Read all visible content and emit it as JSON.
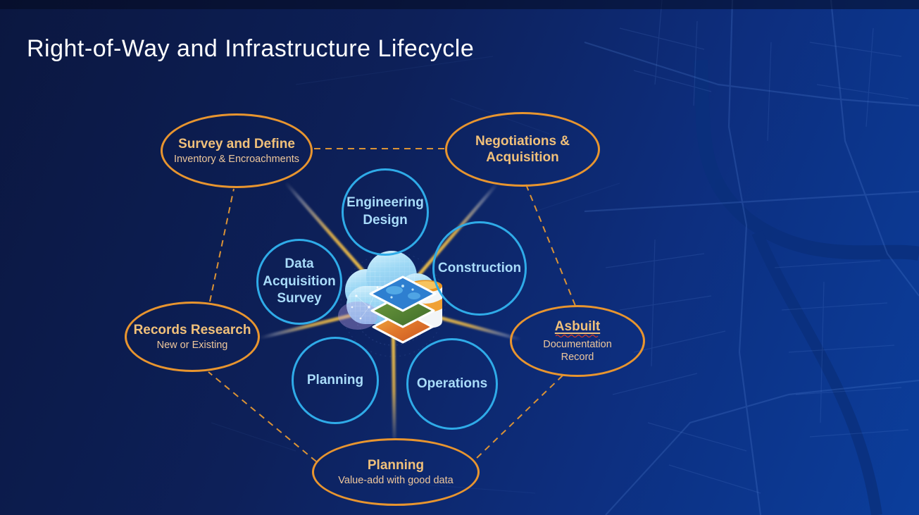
{
  "slide": {
    "title": "Right-of-Way and Infrastructure Lifecycle"
  },
  "outer_nodes": [
    {
      "id": "survey-and-define",
      "title": "Survey and Define",
      "subtitle": "Inventory & Encroachments"
    },
    {
      "id": "negotiations-acquisition",
      "title": "Negotiations & Acquisition",
      "subtitle": ""
    },
    {
      "id": "records-research",
      "title": "Records Research",
      "subtitle": "New or Existing"
    },
    {
      "id": "asbuilt",
      "title": "Asbuilt",
      "subtitle": "Documentation Record"
    },
    {
      "id": "planning-bottom",
      "title": "Planning",
      "subtitle": "Value-add with good data"
    }
  ],
  "inner_nodes": [
    {
      "id": "engineering-design",
      "label": "Engineering Design"
    },
    {
      "id": "construction",
      "label": "Construction"
    },
    {
      "id": "data-acquisition-survey",
      "label": "Data Acquisition Survey"
    },
    {
      "id": "planning",
      "label": "Planning"
    },
    {
      "id": "operations",
      "label": "Operations"
    }
  ],
  "center_icon": {
    "name": "gis-cloud-database-layers-icon"
  },
  "colors": {
    "outer_ring_stroke": "#E8952F",
    "outer_title_text": "#F0C07A",
    "outer_subtitle_text": "#EEC79B",
    "inner_circle_stroke": "#2FABE8",
    "inner_label_text": "#A9DCFA",
    "dashed_connector": "#DB9335",
    "glow_ray": "#F2C14E",
    "background_dark": "#0B1740",
    "background_bright": "#0B3E9C",
    "title_text": "#FFFFFF"
  }
}
